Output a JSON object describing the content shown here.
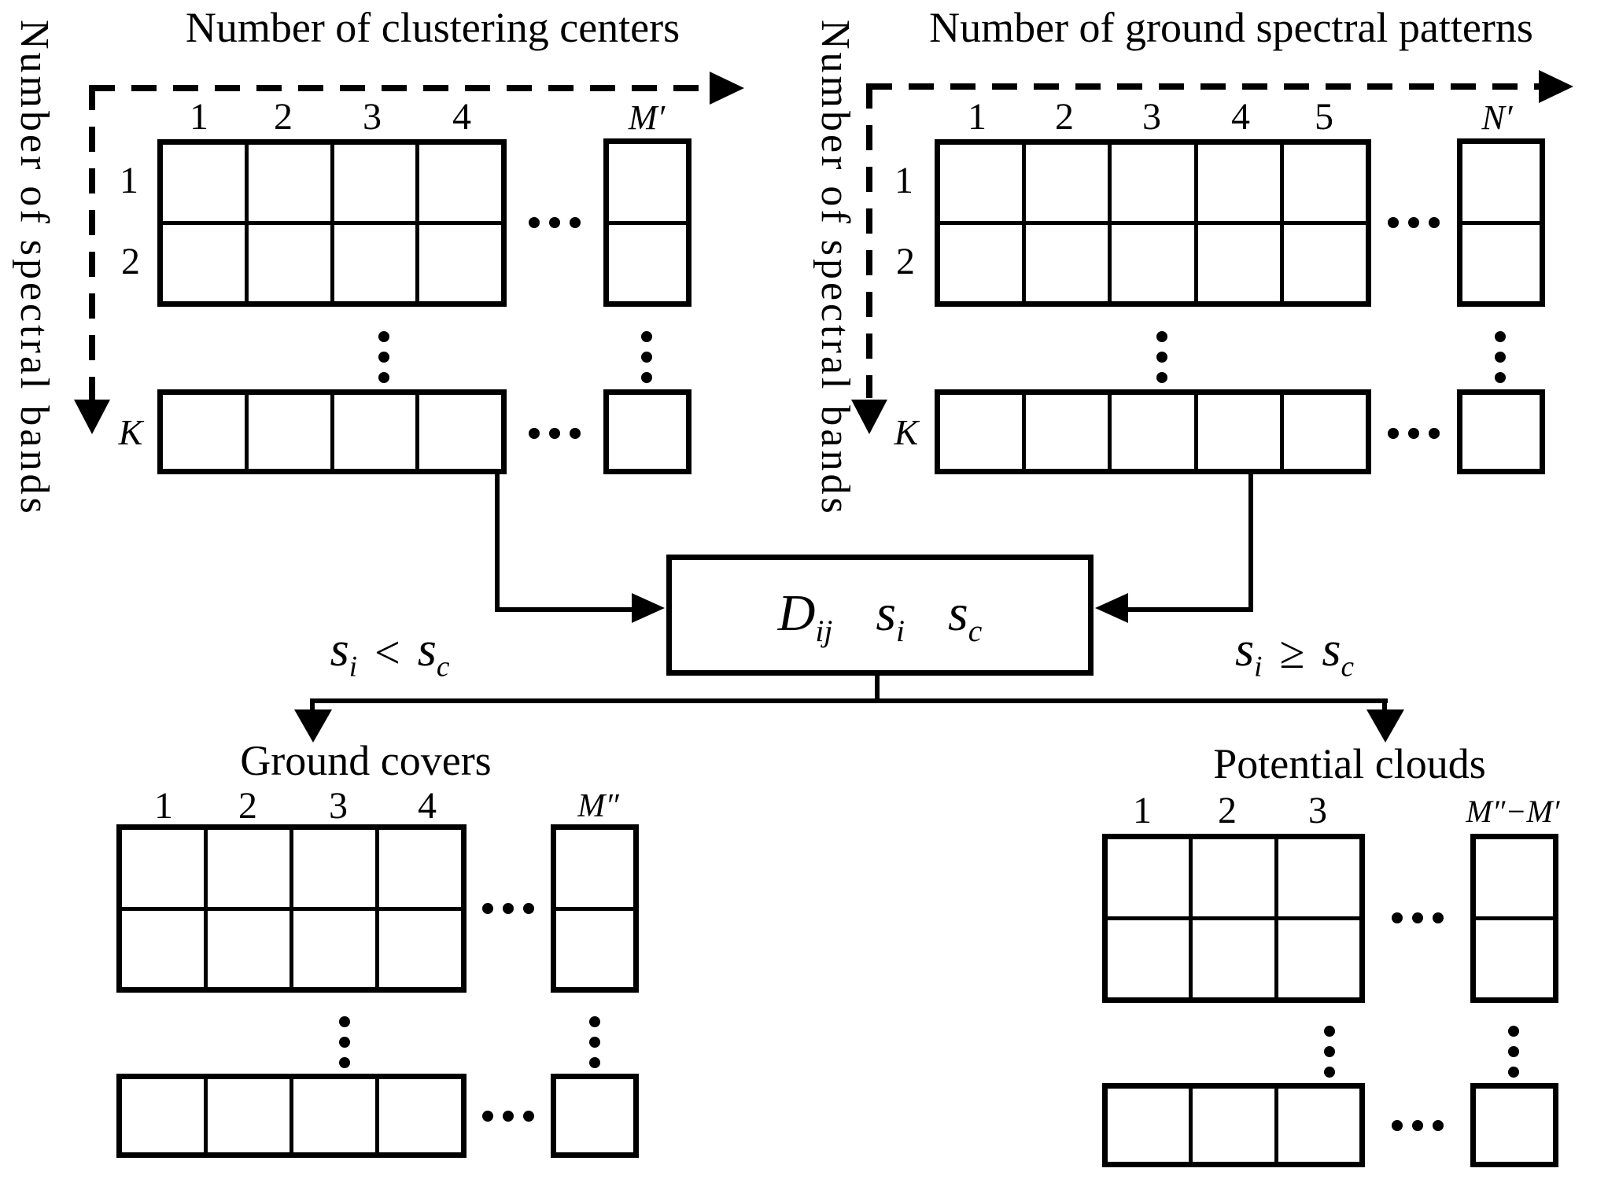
{
  "top_left": {
    "title": "Number of clustering centers",
    "axis_label": "Number of spectral bands",
    "col_labels": [
      "1",
      "2",
      "3",
      "4"
    ],
    "last_col_label": "M′",
    "row_labels": [
      "1",
      "2"
    ],
    "last_row_label": "K"
  },
  "top_right": {
    "title": "Number of ground spectral patterns",
    "axis_label": "Number of spectral bands",
    "col_labels": [
      "1",
      "2",
      "3",
      "4",
      "5"
    ],
    "last_col_label": "N′",
    "row_labels": [
      "1",
      "2"
    ],
    "last_row_label": "K"
  },
  "center_box": {
    "var1": "D",
    "var1_sub": "ij",
    "var2": "s",
    "var2_sub": "i",
    "var3": "s",
    "var3_sub": "c"
  },
  "conditions": {
    "left": {
      "s1": "s",
      "s1_sub": "i",
      "op": "<",
      "s2": "s",
      "s2_sub": "c"
    },
    "right": {
      "s1": "s",
      "s1_sub": "i",
      "op": "≥",
      "s2": "s",
      "s2_sub": "c"
    }
  },
  "bottom_left": {
    "title": "Ground covers",
    "col_labels": [
      "1",
      "2",
      "3",
      "4"
    ],
    "last_col_label": "M″"
  },
  "bottom_right": {
    "title": "Potential clouds",
    "col_labels": [
      "1",
      "2",
      "3"
    ],
    "last_col_label": "M″−M′"
  },
  "colors": {
    "ink": "#000000",
    "background": "#ffffff"
  }
}
